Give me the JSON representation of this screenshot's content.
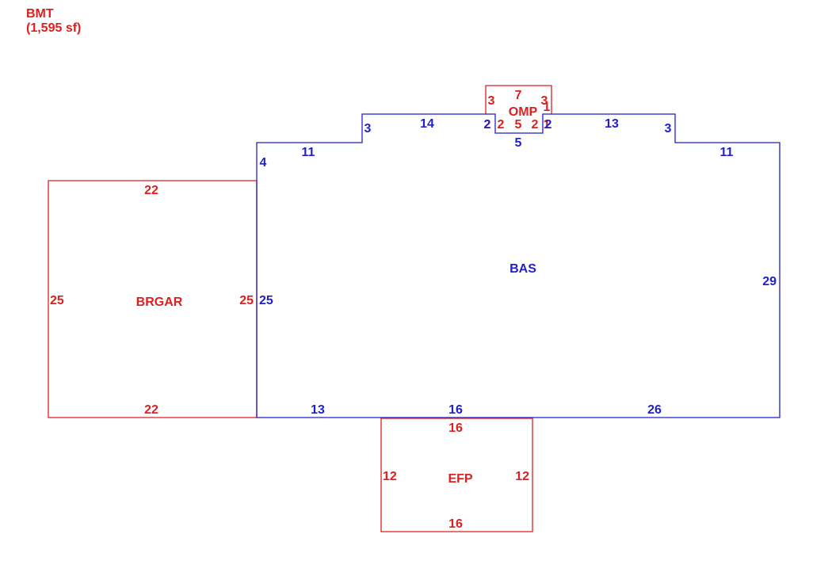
{
  "header": {
    "name": "BMT",
    "area": "(1,595 sf)"
  },
  "colors": {
    "red": "#dd1f1f",
    "blue": "#1f1fcc"
  },
  "areas": {
    "bas": {
      "label": "BAS",
      "dims": {
        "top_left_a": "11",
        "left_step": "4",
        "left_b": "3",
        "top_b": "14",
        "omp_l": "2",
        "omp_r": "2",
        "top_c": "13",
        "right_step": "3",
        "top_right": "11",
        "right": "29",
        "left": "25",
        "bottom_a": "13",
        "bottom_b": "16",
        "bottom_c": "26",
        "bump_bottom": "5"
      }
    },
    "brgar": {
      "label": "BRGAR",
      "dims": {
        "top": "22",
        "bottom": "22",
        "left": "25",
        "right": "25"
      }
    },
    "efp": {
      "label": "EFP",
      "dims": {
        "top": "16",
        "bottom": "16",
        "left": "12",
        "right": "12"
      }
    },
    "omp": {
      "label": "OMP",
      "dims": {
        "top": "7",
        "left": "3",
        "right": "3",
        "inner_top_right": "1",
        "inner_left_a": "2",
        "inner_left_b": "2",
        "inner_bottom": "5",
        "inner_right_a": "2",
        "inner_right_b": "1"
      }
    }
  }
}
